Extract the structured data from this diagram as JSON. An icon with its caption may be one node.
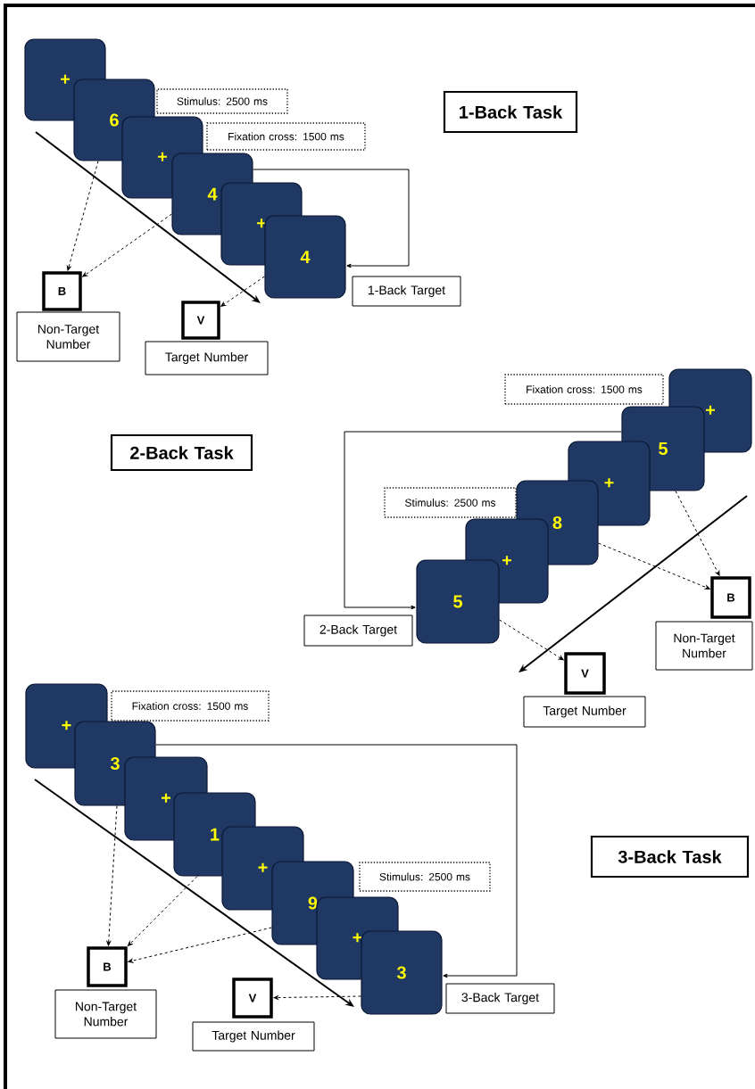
{
  "diagram": {
    "nodes": [
      {
        "text": [
          "1-Back Task"
        ]
      },
      {
        "text": [
          "+"
        ]
      },
      {
        "text": [
          "6"
        ]
      },
      {
        "text": [
          "+"
        ]
      },
      {
        "text": [
          "4"
        ]
      },
      {
        "text": [
          "+"
        ]
      },
      {
        "text": [
          "4"
        ]
      },
      {
        "text": [
          "Stimulus: 2500 ms"
        ]
      },
      {
        "text": [
          "Fixation cross: 1500 ms"
        ]
      },
      {
        "text": [
          "B"
        ]
      },
      {
        "text": [
          "Non-Target Number"
        ]
      },
      {
        "text": [
          "V"
        ]
      },
      {
        "text": [
          "Target Number"
        ]
      },
      {
        "text": [
          "1-Back Target"
        ]
      },
      {
        "text": [
          "Fixation cross: 1500 ms"
        ]
      },
      {
        "text": [
          "+"
        ]
      },
      {
        "text": [
          "5"
        ]
      },
      {
        "text": [
          "+"
        ]
      },
      {
        "text": [
          "8"
        ]
      },
      {
        "text": [
          "+"
        ]
      },
      {
        "text": [
          "5"
        ]
      },
      {
        "text": [
          "2-Back Task"
        ]
      },
      {
        "text": [
          "Stimulus: 2500 ms"
        ]
      },
      {
        "text": [
          "2-Back Target"
        ]
      },
      {
        "text": [
          "B"
        ]
      },
      {
        "text": [
          "Non-Target Number"
        ]
      },
      {
        "text": [
          "V"
        ]
      },
      {
        "text": [
          "Target Number"
        ]
      },
      {
        "text": [
          "+"
        ]
      },
      {
        "text": [
          "3"
        ]
      },
      {
        "text": [
          "+"
        ]
      },
      {
        "text": [
          "1"
        ]
      },
      {
        "text": [
          "+"
        ]
      },
      {
        "text": [
          "9"
        ]
      },
      {
        "text": [
          "+"
        ]
      },
      {
        "text": [
          "3"
        ]
      },
      {
        "text": [
          "Fixation cross: 1500 ms"
        ]
      },
      {
        "text": [
          "Stimulus: 2500 ms"
        ]
      },
      {
        "text": [
          "3-Back Task"
        ]
      },
      {
        "text": [
          "B"
        ]
      },
      {
        "text": [
          "Non-Target Number"
        ]
      },
      {
        "text": [
          "V"
        ]
      },
      {
        "text": [
          "Target Number"
        ]
      },
      {
        "text": [
          "3-Back Target"
        ]
      }
    ],
    "edges": [
      {
        "from": 2,
        "to": 9,
        "arrow": "to",
        "style": "dashed"
      },
      {
        "from": 4,
        "to": 9,
        "arrow": "to",
        "style": "dashed"
      },
      {
        "from": 6,
        "to": 11,
        "arrow": "to",
        "style": "dashed"
      },
      {
        "from": 4,
        "to": 6,
        "arrow": "to"
      },
      {
        "from": 16,
        "to": 24,
        "arrow": "to",
        "style": "dashed"
      },
      {
        "from": 18,
        "to": 24,
        "arrow": "to",
        "style": "dashed"
      },
      {
        "from": 20,
        "to": 26,
        "arrow": "to",
        "style": "dashed"
      },
      {
        "from": 16,
        "to": 20,
        "arrow": "to"
      },
      {
        "from": 29,
        "to": 39,
        "arrow": "to",
        "style": "dashed"
      },
      {
        "from": 31,
        "to": 39,
        "arrow": "to",
        "style": "dashed"
      },
      {
        "from": 33,
        "to": 39,
        "arrow": "to",
        "style": "dashed"
      },
      {
        "from": 35,
        "to": 41,
        "arrow": "to",
        "style": "dashed"
      },
      {
        "from": 29,
        "to": 35,
        "arrow": "to"
      }
    ]
  }
}
